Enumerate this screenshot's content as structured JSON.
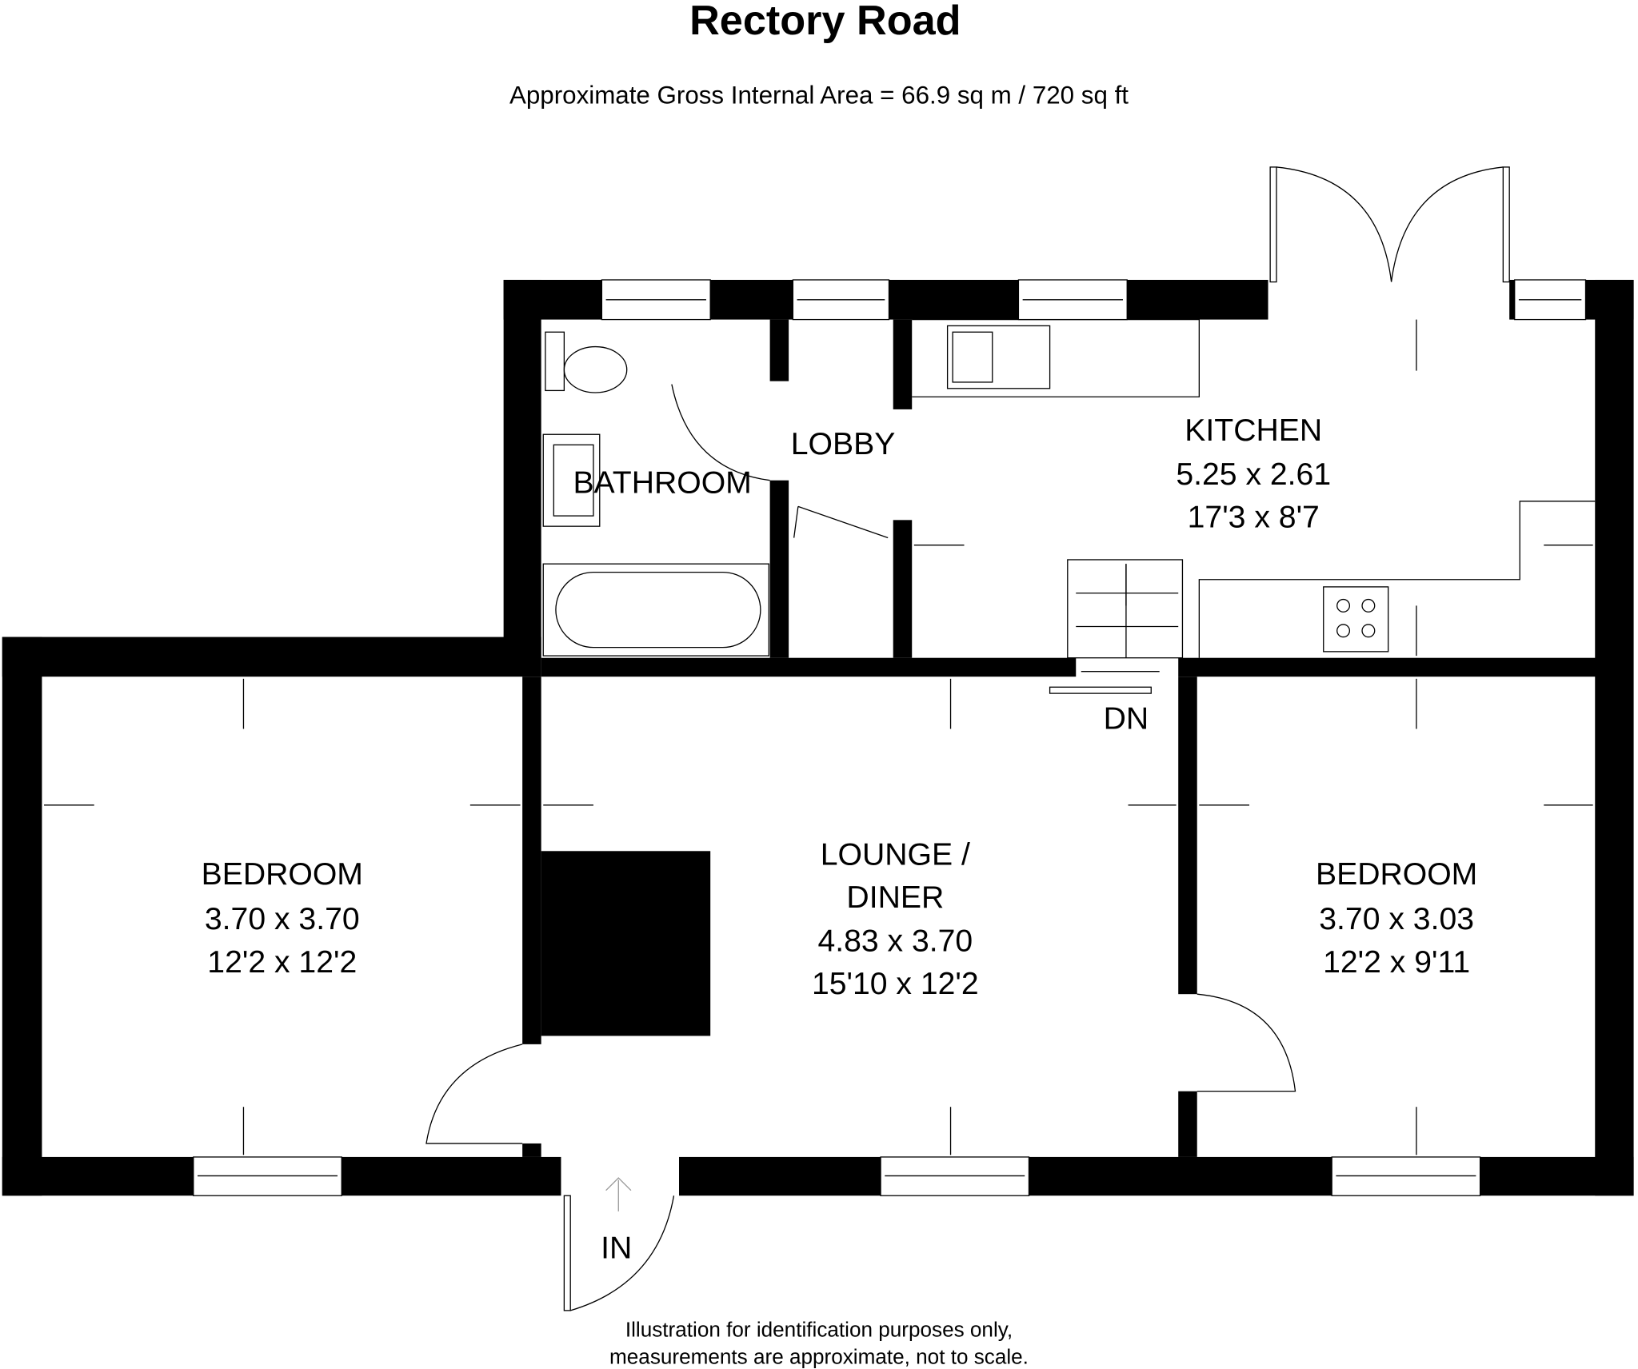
{
  "title": "Rectory Road",
  "area": "Approximate Gross Internal Area =  66.9 sq m / 720 sq ft",
  "rooms": {
    "kitchen": {
      "name": "KITCHEN",
      "metric": "5.25 x 2.61",
      "imperial": "17'3 x 8'7"
    },
    "lobby": {
      "name": "LOBBY"
    },
    "bathroom": {
      "name": "BATHROOM"
    },
    "bedroom_left": {
      "name": "BEDROOM",
      "metric": "3.70 x 3.70",
      "imperial": "12'2 x 12'2"
    },
    "lounge": {
      "name1": "LOUNGE /",
      "name2": "DINER",
      "metric": "4.83 x 3.70",
      "imperial": "15'10 x 12'2"
    },
    "bedroom_right": {
      "name": "BEDROOM",
      "metric": "3.70 x 3.03",
      "imperial": "12'2 x 9'11"
    }
  },
  "labels": {
    "stairs": "DN",
    "entrance": "IN"
  },
  "footer": {
    "line1": "Illustration for identification purposes only,",
    "line2": "measurements are approximate, not to scale."
  }
}
